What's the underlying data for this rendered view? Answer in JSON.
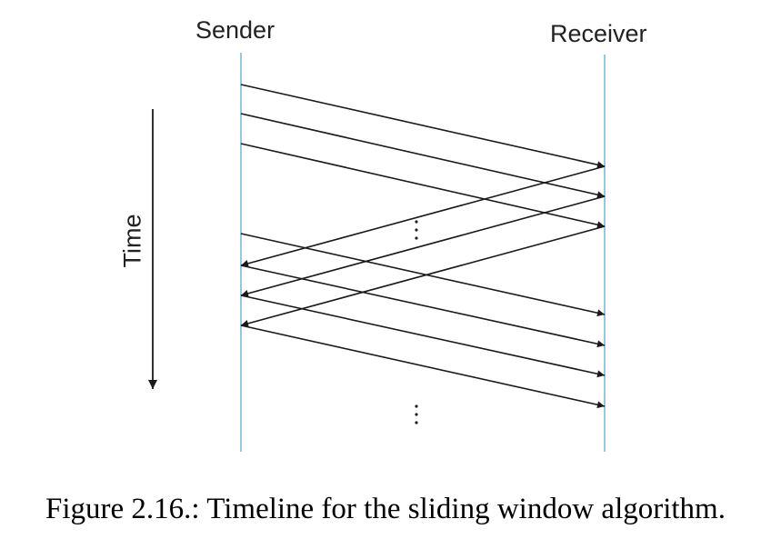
{
  "sender_label": "Sender",
  "receiver_label": "Receiver",
  "time_label": "Time",
  "caption": "Figure 2.16.: Timeline for the sliding window algorithm.",
  "colors": {
    "timeline": "#7fb7d8",
    "arrow": "#1a1a1a"
  }
}
